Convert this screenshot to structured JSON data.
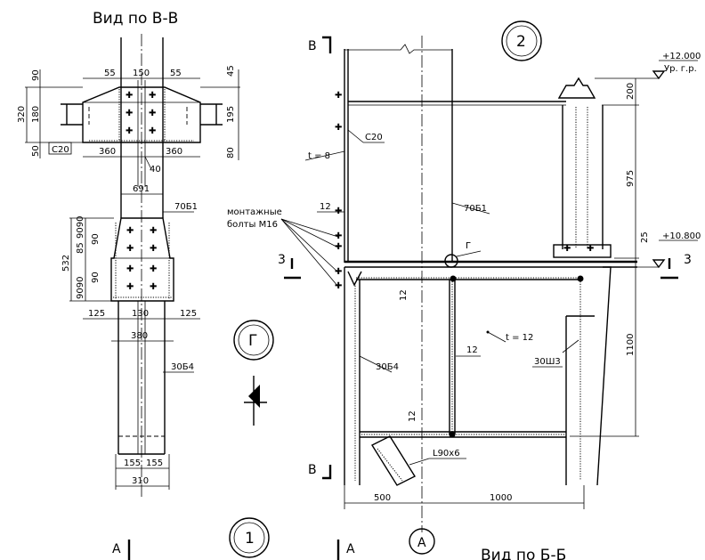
{
  "views": {
    "view_vv_title": "Вид по В-В",
    "view_bb_title": "Вид по Б-Б"
  },
  "markers": {
    "node_2": "2",
    "node_1": "1",
    "node_g": "Г",
    "axis_a": "А",
    "section_a_left": "А",
    "section_a_right": "А",
    "section_v_top": "В",
    "section_v_bottom": "В",
    "section_3_left": "3",
    "section_3_right": "3",
    "callout_g": "Г"
  },
  "left_view": {
    "dims": {
      "d90": "90",
      "d320": "320",
      "d180": "180",
      "d50": "50",
      "d55a": "55",
      "d150": "150",
      "d55b": "55",
      "d45": "45",
      "d195": "195",
      "d80": "80",
      "d360a": "360",
      "d360b": "360",
      "d40": "40",
      "d691": "691",
      "d532": "532",
      "d9090a": "9090",
      "d85": "85",
      "d9090b": "9090",
      "d90b": "90",
      "d90c": "90",
      "d125a": "125",
      "d130": "130",
      "d125b": "125",
      "d380": "380",
      "d155a": "155",
      "d155b": "155",
      "d310": "310"
    },
    "labels": {
      "c20": "С20",
      "b70": "70Б1",
      "b30": "30Б4"
    }
  },
  "right_view": {
    "labels": {
      "c20": "С20",
      "t8": "t = 8",
      "b70": "70Б1",
      "bolts_line1": "монтажные",
      "bolts_line2": "болты М16",
      "g": "Г",
      "b30": "30Б4",
      "t12": "t = 12",
      "sh30": "30Ш3",
      "angle": "L90х6",
      "elev_top": "+12.000",
      "elev_top_sub": "Ур. г.р.",
      "elev_mid": "+10.800"
    },
    "dims": {
      "d12a": "12",
      "d12b": "12",
      "d12c": "12",
      "d12d": "12",
      "d200": "200",
      "d975": "975",
      "d25": "25",
      "d1100": "1100",
      "d500": "500",
      "d1000": "1000"
    }
  }
}
